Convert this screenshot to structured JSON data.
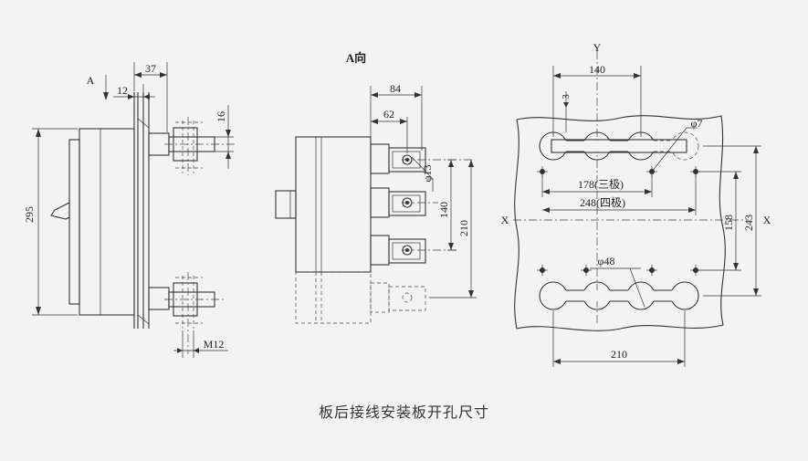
{
  "caption": "板后接线安装板开孔尺寸",
  "views": {
    "side": {
      "view_mark": "A",
      "dims": {
        "height": "295",
        "top_depth": "37",
        "inner_depth": "12",
        "terminal": "16",
        "thread": "M12"
      }
    },
    "a_view": {
      "title": "A向",
      "dims": {
        "width1": "84",
        "width2": "62",
        "hole": "φ13",
        "pitch": "140",
        "height": "210"
      }
    },
    "cutout": {
      "axis_y": "Y",
      "axis_x": "X",
      "dims": {
        "top_width": "140",
        "offset": "3",
        "hole": "φ7",
        "span3": "178(三极)",
        "span4": "248(四极)",
        "height_inner": "158",
        "height_outer": "243",
        "slot": "φ48",
        "bottom_width": "210"
      }
    }
  },
  "colors": {
    "line": "#333333",
    "background": "#f3f3f3"
  }
}
